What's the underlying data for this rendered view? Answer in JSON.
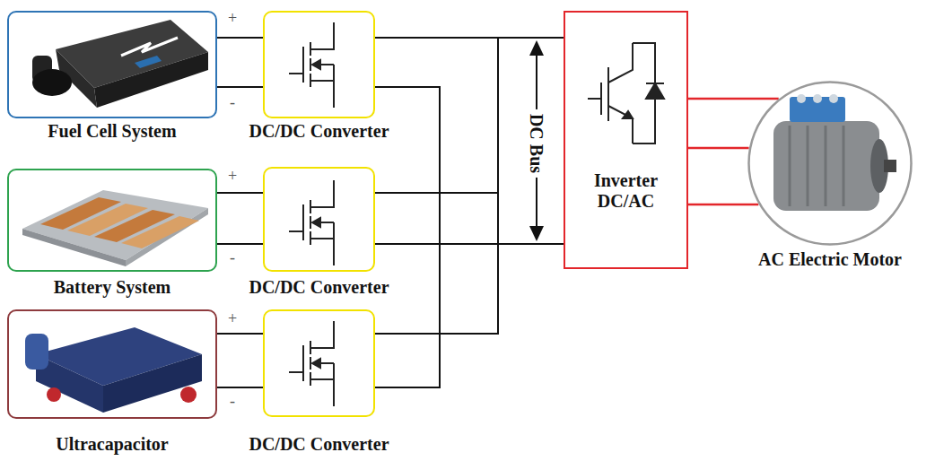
{
  "diagram": {
    "nodes": [
      {
        "text": [
          "Fuel Cell System"
        ]
      },
      {
        "text": [
          "DC/DC Converter"
        ]
      },
      {
        "text": [
          "Battery System"
        ]
      },
      {
        "text": [
          "DC/DC Converter"
        ]
      },
      {
        "text": [
          "Ultracapacitor"
        ]
      },
      {
        "text": [
          "DC/DC Converter"
        ]
      },
      {
        "text": [
          "Inverter DC/AC"
        ]
      },
      {
        "text": [
          "AC Electric Motor"
        ]
      }
    ],
    "edges": [
      {
        "from": 0,
        "to": 1,
        "arrow": "none"
      },
      {
        "from": 2,
        "to": 3,
        "arrow": "none"
      },
      {
        "from": 4,
        "to": 5,
        "arrow": "none"
      },
      {
        "from": 1,
        "to": 6,
        "arrow": "none"
      },
      {
        "from": 3,
        "to": 6,
        "arrow": "none"
      },
      {
        "from": 5,
        "to": 6,
        "arrow": "none"
      },
      {
        "from": 6,
        "to": 7,
        "arrow": "none"
      }
    ],
    "labels": [
      "+",
      "-",
      "+",
      "-",
      "+",
      "-",
      "DC Bus"
    ]
  }
}
